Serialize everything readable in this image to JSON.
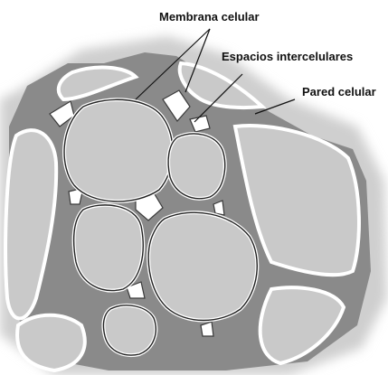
{
  "labels": {
    "cell_membrane": "Membrana celular",
    "intercellular_spaces": "Espacios intercelulares",
    "cell_wall": "Pared celular"
  },
  "colors": {
    "background_tissue": "#c8c8c8",
    "wall_fill": "#8a8a8a",
    "wall_outline": "#3a3a3a",
    "cytoplasm": "#c9c9c9",
    "intercellular_space": "#ffffff",
    "text": "#111111"
  }
}
